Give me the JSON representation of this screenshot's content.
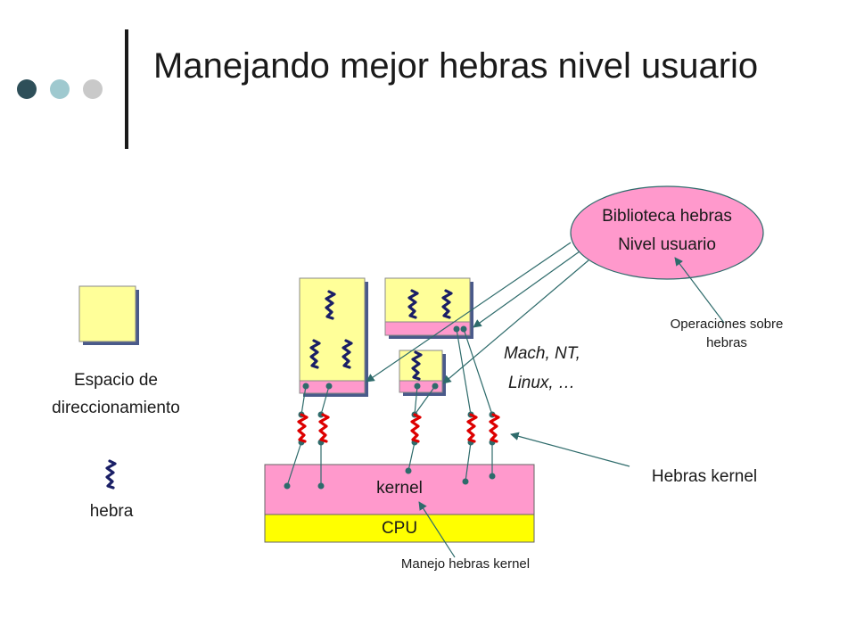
{
  "slide": {
    "title": "Manejando mejor hebras nivel usuario",
    "bullet_colors": [
      "#2e4f59",
      "#9fc9cf",
      "#c9c9c9"
    ]
  },
  "diagram": {
    "library_line1": "Biblioteca hebras",
    "library_line2": "Nivel usuario",
    "operations_line1": "Operaciones sobre",
    "operations_line2": "hebras",
    "systems_line1": "Mach, NT,",
    "systems_line2": "Linux, …",
    "kernel_threads": "Hebras kernel",
    "kernel_label": "kernel",
    "cpu_label": "CPU",
    "kernel_management": "Manejo hebras kernel"
  },
  "legend": {
    "address_space_line1": "Espacio de",
    "address_space_line2": "direccionamiento",
    "thread": "hebra"
  },
  "colors": {
    "pink": "#ff99cc",
    "yellow": "#ffff99",
    "cpu_yellow": "#ffff00",
    "kernel_thread_red": "#dd0000",
    "user_thread_navy": "#1a1f66",
    "connector_teal": "#2e6b6b"
  }
}
